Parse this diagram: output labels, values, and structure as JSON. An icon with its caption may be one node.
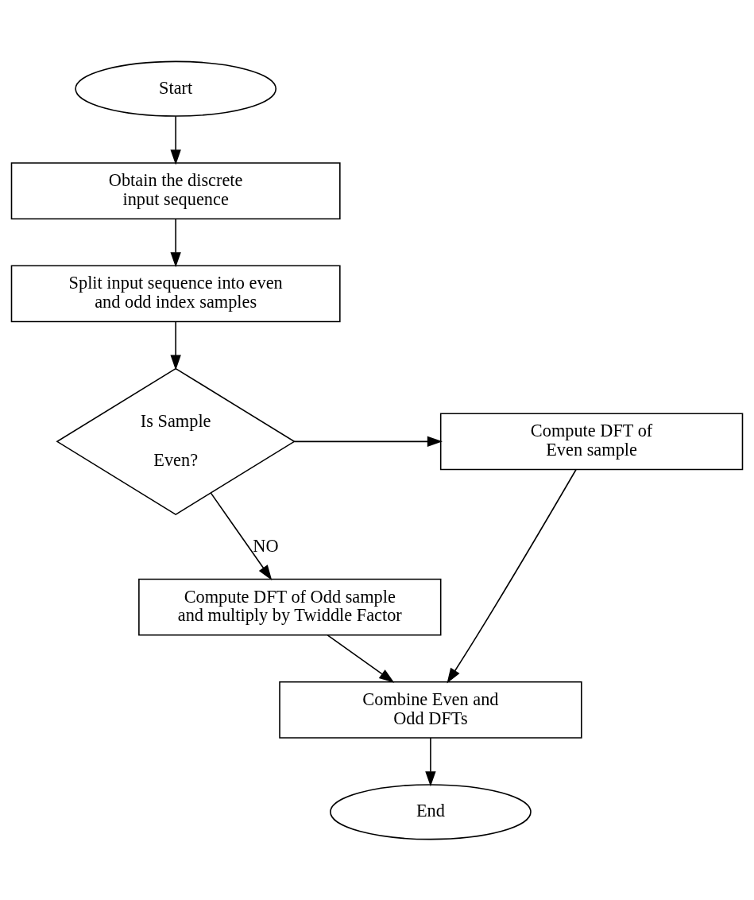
{
  "diagram": {
    "nodes": [
      {
        "text": [
          "Start"
        ]
      },
      {
        "text": [
          "Obtain the discrete input sequence"
        ]
      },
      {
        "text": [
          "Split input sequence into even and odd index samples"
        ]
      },
      {
        "text": [
          "Is Sample Even?"
        ]
      },
      {
        "text": [
          "Compute DFT of Even sample"
        ]
      },
      {
        "text": [
          "Compute DFT of Odd sample and multiply by Twiddle Factor"
        ]
      },
      {
        "text": [
          "Combine Even and Odd DFTs"
        ]
      },
      {
        "text": [
          "End"
        ]
      }
    ],
    "edges": [
      {
        "from": 0,
        "to": 1,
        "arrow": "to"
      },
      {
        "from": 1,
        "to": 2,
        "arrow": "to"
      },
      {
        "from": 2,
        "to": 3,
        "arrow": "to"
      },
      {
        "from": 3,
        "to": 4,
        "arrow": "to"
      },
      {
        "from": 3,
        "to": 5,
        "arrow": "to",
        "label": "NO"
      },
      {
        "from": 5,
        "to": 6,
        "arrow": "to"
      },
      {
        "from": 4,
        "to": 6,
        "arrow": "to"
      },
      {
        "from": 6,
        "to": 7,
        "arrow": "to"
      }
    ]
  }
}
